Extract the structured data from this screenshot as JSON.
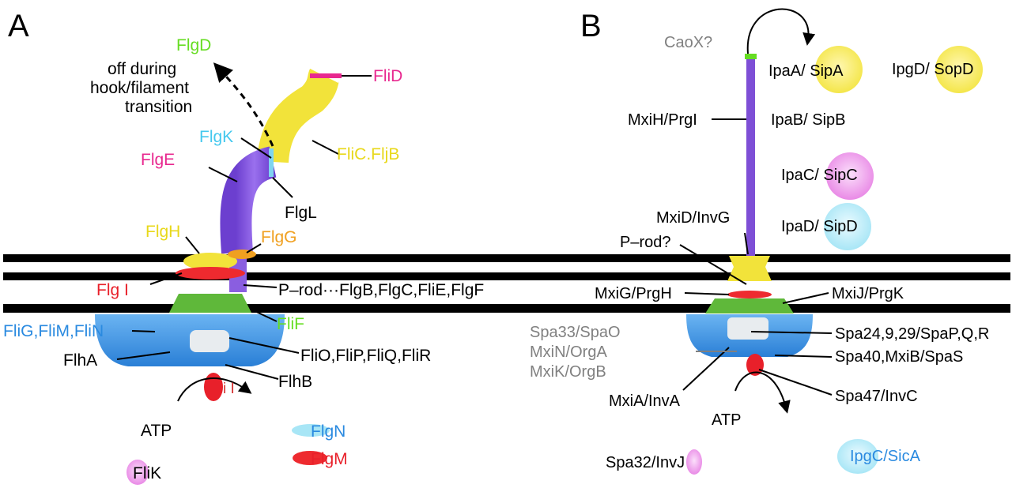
{
  "panels": {
    "a": {
      "letter": "A",
      "transition_note": [
        "off during",
        "hook/filament",
        "transition"
      ],
      "labels": {
        "flgd": "FlgD",
        "flid": "FliD",
        "flgk": "FlgK",
        "flge": "FlgE",
        "flic": "FliC.FljB",
        "flgl": "FlgL",
        "flgh": "FlgH",
        "flgg": "FlgG",
        "flgi": "Flg I",
        "prod": "P–rod···FlgB,FlgC,FliE,FlgF",
        "flif": "FliF",
        "flig": "FliG,FliM,FliN",
        "flha": "FlhA",
        "flio": "FliO,FliP,FliQ,FliR",
        "flhb": "FlhB",
        "flii": "i I",
        "atp": "ATP",
        "flgn": "FlgN",
        "flgm": "FlgM",
        "flik": "FliK"
      }
    },
    "b": {
      "letter": "B",
      "labels": {
        "caox": "CaoX?",
        "ipaa": "IpaA/ SipA",
        "ipgd": "IpgD/ SopD",
        "mxih": "MxiH/PrgI",
        "ipab": "IpaB/ SipB",
        "ipac": "IpaC/ SipC",
        "mxid": "MxiD/InvG",
        "ipad": "IpaD/ SipD",
        "prod": "P–rod?",
        "mxig": "MxiG/PrgH",
        "mxij": "MxiJ/PrgK",
        "spa33": "Spa33/SpaO",
        "mxin": "MxiN/OrgA",
        "mxik": "MxiK/OrgB",
        "spa24": "Spa24,9,29/SpaP,Q,R",
        "spa40": "Spa40,MxiB/SpaS",
        "mxia": "MxiA/InvA",
        "atp": "ATP",
        "spa47": "Spa47/InvC",
        "spa32": "Spa32/InvJ",
        "ipgc": "IpgC/SicA"
      }
    }
  },
  "colors": {
    "membrane": "#000000",
    "yellow": "#f2e33a",
    "purple": "#7e4fd6",
    "red": "#ee2a2f",
    "green": "#5fb83a",
    "blue": "#3d8fdc",
    "magenta_text": "#e8288f",
    "green_text": "#66dd22",
    "cyan_text": "#44c8ee",
    "yellow_text": "#e8d81a",
    "orange_text": "#f0a020",
    "red_text": "#e8202a",
    "blue_text": "#2a8ae0",
    "gray_text": "#808080"
  }
}
